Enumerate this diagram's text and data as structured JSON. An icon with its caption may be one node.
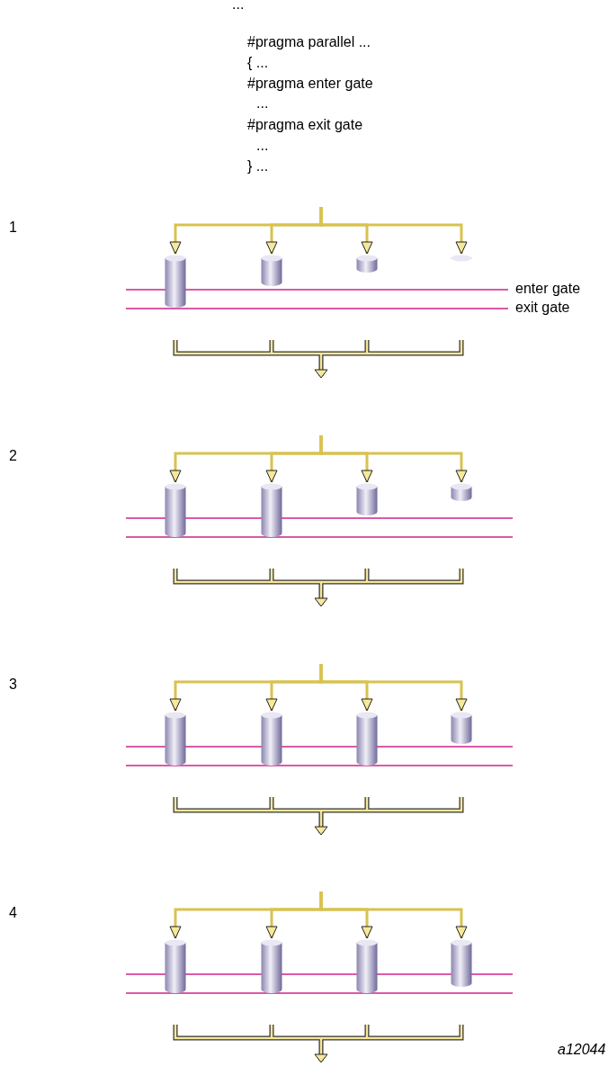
{
  "diagram": {
    "nodes": [
      {
        "text": [],
        "shape": "cylinder"
      },
      {
        "text": [],
        "shape": "cylinder"
      },
      {
        "text": [],
        "shape": "cylinder"
      },
      {
        "text": [],
        "shape": "cylinder"
      },
      {
        "text": [],
        "shape": "cylinder"
      },
      {
        "text": [],
        "shape": "cylinder"
      },
      {
        "text": [],
        "shape": "cylinder"
      },
      {
        "text": [],
        "shape": "cylinder"
      },
      {
        "text": [],
        "shape": "cylinder"
      },
      {
        "text": [],
        "shape": "cylinder"
      },
      {
        "text": [],
        "shape": "cylinder"
      },
      {
        "text": [],
        "shape": "cylinder"
      },
      {
        "text": [],
        "shape": "cylinder"
      },
      {
        "text": [],
        "shape": "cylinder"
      },
      {
        "text": [],
        "shape": "cylinder"
      },
      {
        "text": [],
        "shape": "cylinder"
      }
    ],
    "edges": [
      {
        "from": null,
        "to": 0,
        "arrow": "to"
      },
      {
        "from": null,
        "to": 1,
        "arrow": "to"
      },
      {
        "from": null,
        "to": 2,
        "arrow": "to"
      },
      {
        "from": null,
        "to": 3,
        "arrow": "to"
      },
      {
        "from": null,
        "to": 4,
        "arrow": "to"
      },
      {
        "from": null,
        "to": 5,
        "arrow": "to"
      },
      {
        "from": null,
        "to": 6,
        "arrow": "to"
      },
      {
        "from": null,
        "to": 7,
        "arrow": "to"
      },
      {
        "from": null,
        "to": 8,
        "arrow": "to"
      },
      {
        "from": null,
        "to": 9,
        "arrow": "to"
      },
      {
        "from": null,
        "to": 10,
        "arrow": "to"
      },
      {
        "from": null,
        "to": 11,
        "arrow": "to"
      },
      {
        "from": null,
        "to": 12,
        "arrow": "to"
      },
      {
        "from": null,
        "to": 13,
        "arrow": "to"
      },
      {
        "from": null,
        "to": 14,
        "arrow": "to"
      },
      {
        "from": null,
        "to": 15,
        "arrow": "to"
      }
    ],
    "labels": [
      "...",
      "#pragma parallel ...",
      "{ ...",
      "#pragma enter gate",
      "...",
      "#pragma exit gate",
      "...",
      "} ...",
      "1",
      "enter gate",
      "exit gate",
      "2",
      "3",
      "4",
      "a12044"
    ]
  }
}
